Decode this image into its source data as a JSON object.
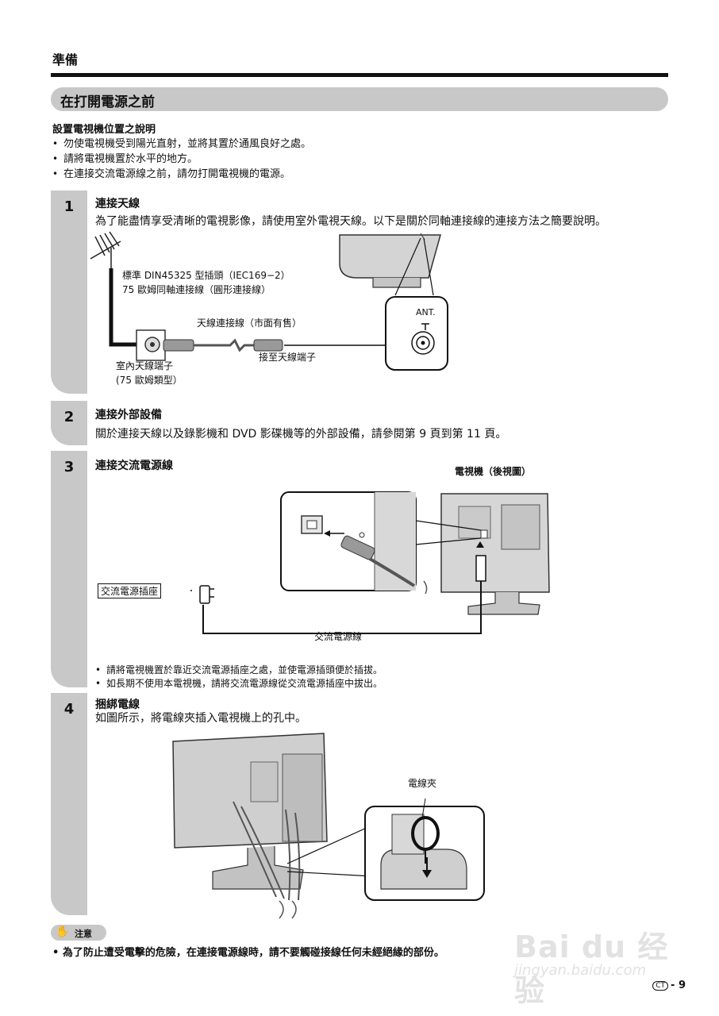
{
  "header": {
    "section": "準備",
    "title": "在打開電源之前"
  },
  "intro": {
    "heading": "設置電視機位置之說明",
    "items": [
      "勿使電視機受到陽光直射，並將其置於通風良好之處。",
      "請將電視機置於水平的地方。",
      "在連接交流電源線之前，請勿打開電視機的電源。"
    ]
  },
  "steps": [
    {
      "num": "1",
      "title": "連接天線",
      "text": "為了能盡情享受清晰的電視影像，請使用室外電視天線。以下是關於同軸連接線的連接方法之簡要說明。",
      "labels": {
        "plug_line1": "標準 DIN45325 型插頭（IEC169−2）",
        "plug_line2": "75 歐姆同軸連接線（圓形連接線）",
        "cable": "天線連接線（市面有售）",
        "to_terminal": "接至天線端子",
        "indoor_line1": "室內天線端子",
        "indoor_line2": "(75 歐姆類型）",
        "ant": "ANT."
      }
    },
    {
      "num": "2",
      "title": "連接外部設備",
      "text": "關於連接天線以及錄影機和 DVD 影碟機等的外部設備，請參閱第 9 頁到第 11 頁。"
    },
    {
      "num": "3",
      "title": "連接交流電源線",
      "labels": {
        "tv_rear": "電視機（後視圖）",
        "outlet": "交流電源插座",
        "power_cord": "交流電源線"
      },
      "bullets": [
        "請將電視機置於靠近交流電源插座之處，並使電源插頭便於插拔。",
        "如長期不使用本電視機，請將交流電源線從交流電源插座中拔出。"
      ]
    },
    {
      "num": "4",
      "title": "捆綁電線",
      "text": "如圖所示，將電線夾插入電視機上的孔中。",
      "labels": {
        "clamp": "電線夾"
      }
    }
  ],
  "caution": {
    "label": "注意",
    "text": "為了防止遭受電擊的危險，在連接電源線時，請不要觸碰接線任何未經絕緣的部份。"
  },
  "watermark": {
    "brand": "Bai du 经验",
    "url": "jingyan.baidu.com"
  },
  "footer": {
    "region": "CT",
    "page": "- 9"
  }
}
